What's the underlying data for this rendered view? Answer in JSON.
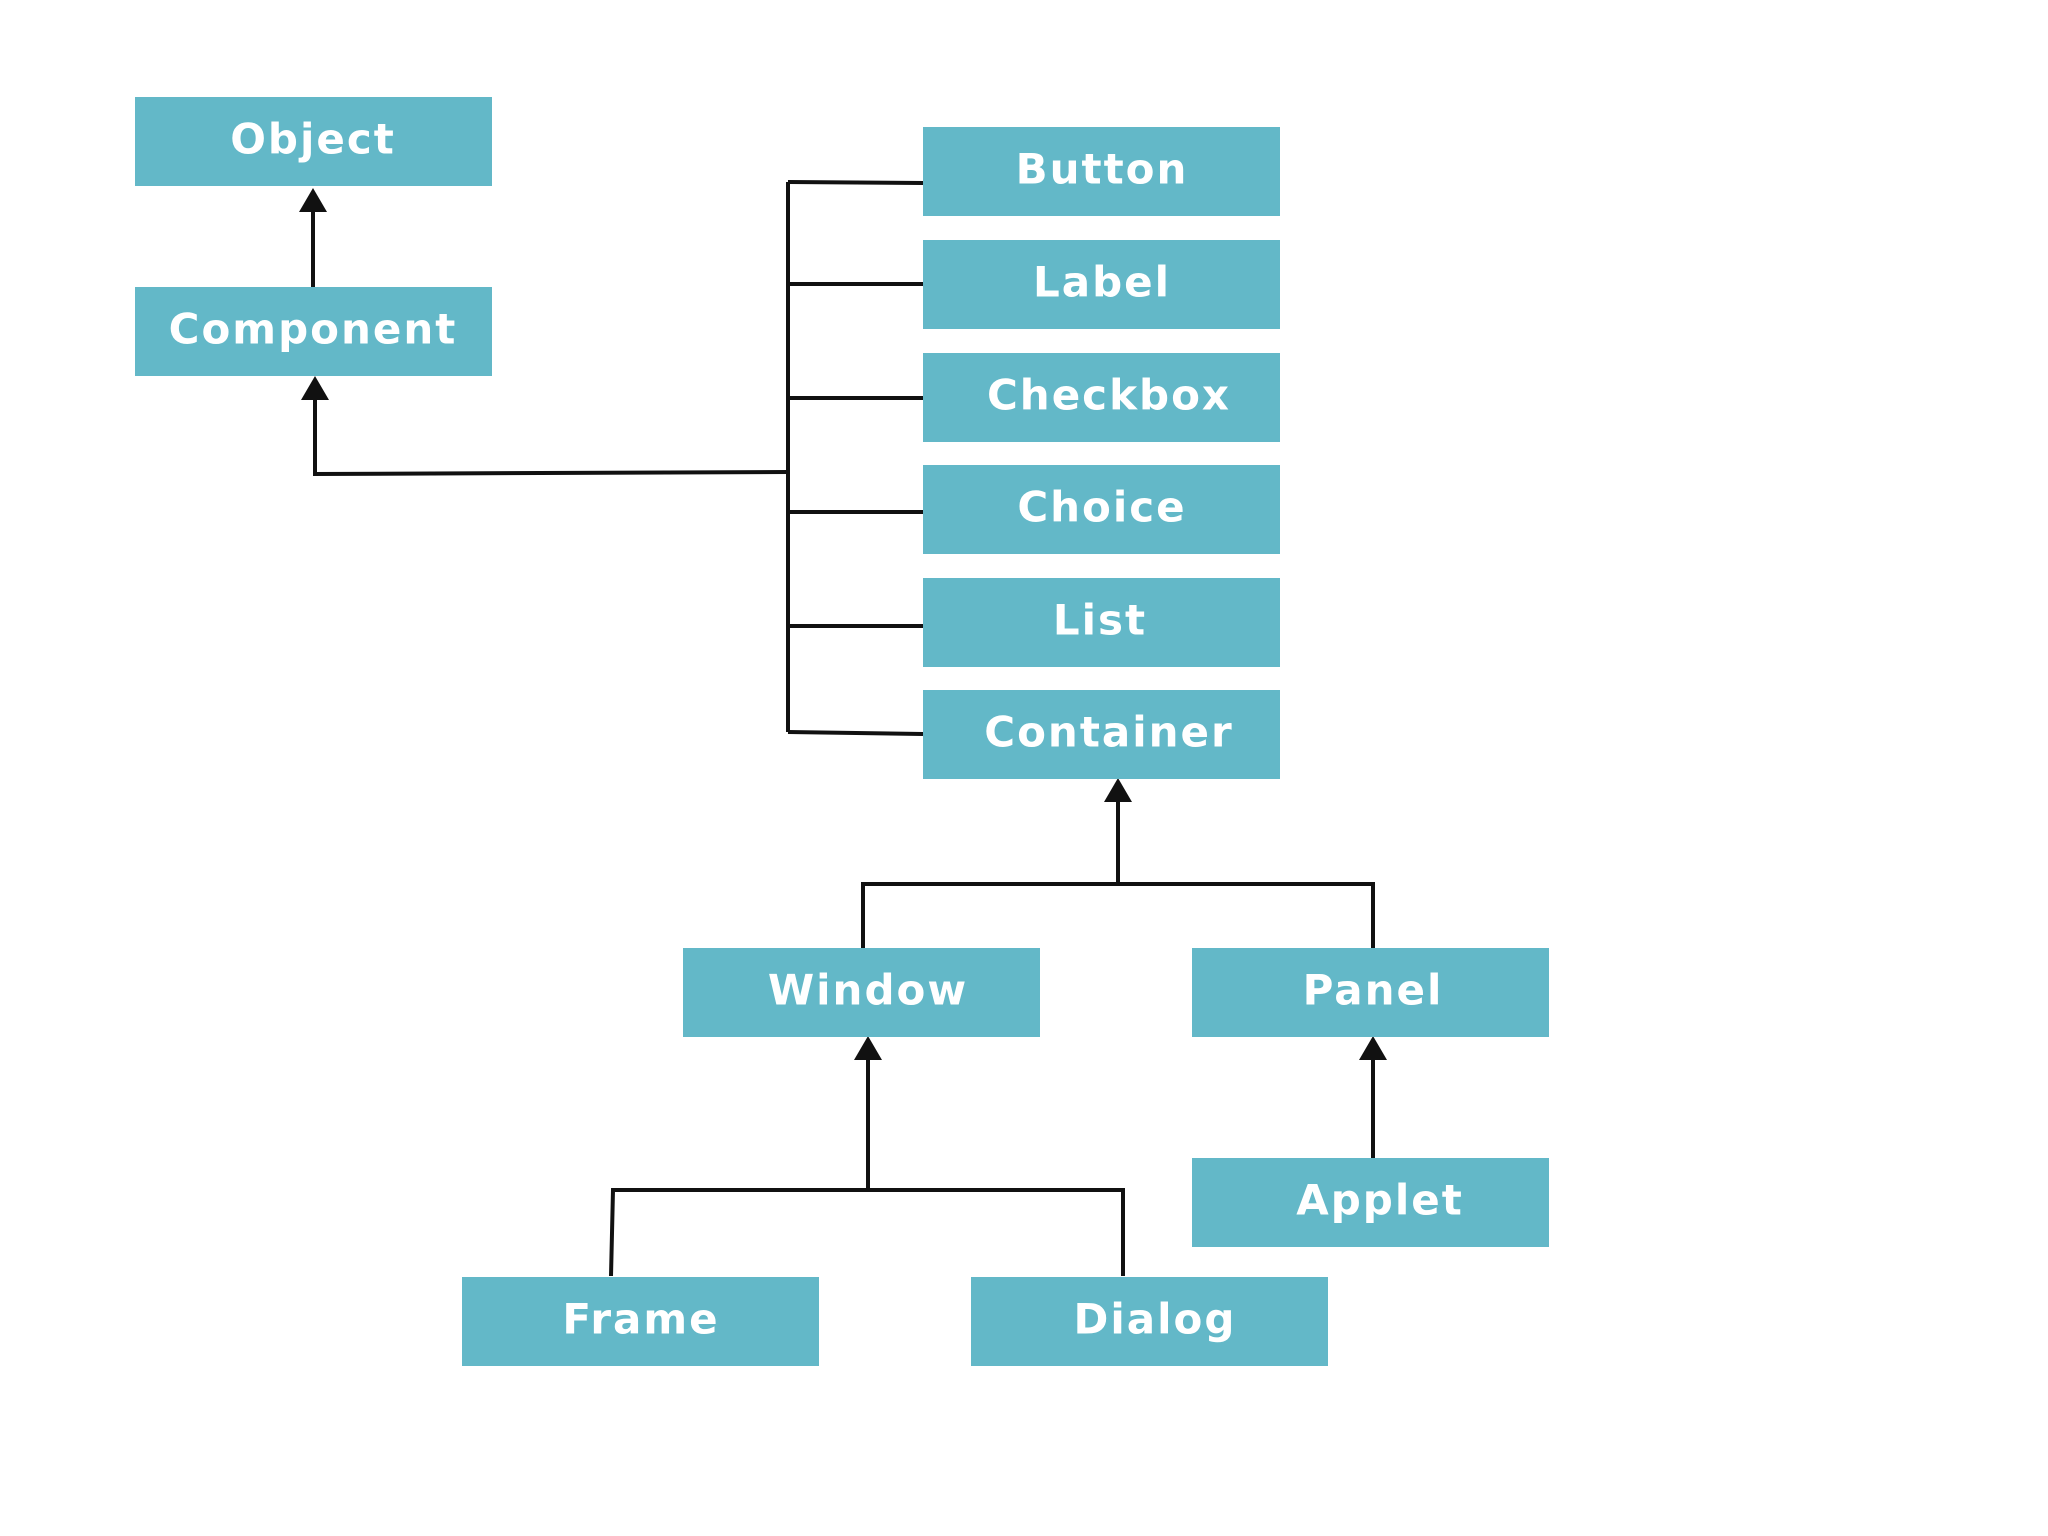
{
  "diagram": {
    "nodes": {
      "object": "Object",
      "component": "Component",
      "button": "Button",
      "label": "Label",
      "checkbox": "Checkbox",
      "choice": "Choice",
      "list": "List",
      "container": "Container",
      "window": "Window",
      "panel": "Panel",
      "applet": "Applet",
      "frame": "Frame",
      "dialog": "Dialog"
    },
    "colors": {
      "node_fill": "#63b8c8",
      "node_text": "#ffffff",
      "edge": "#111111",
      "background": "#ffffff"
    }
  }
}
